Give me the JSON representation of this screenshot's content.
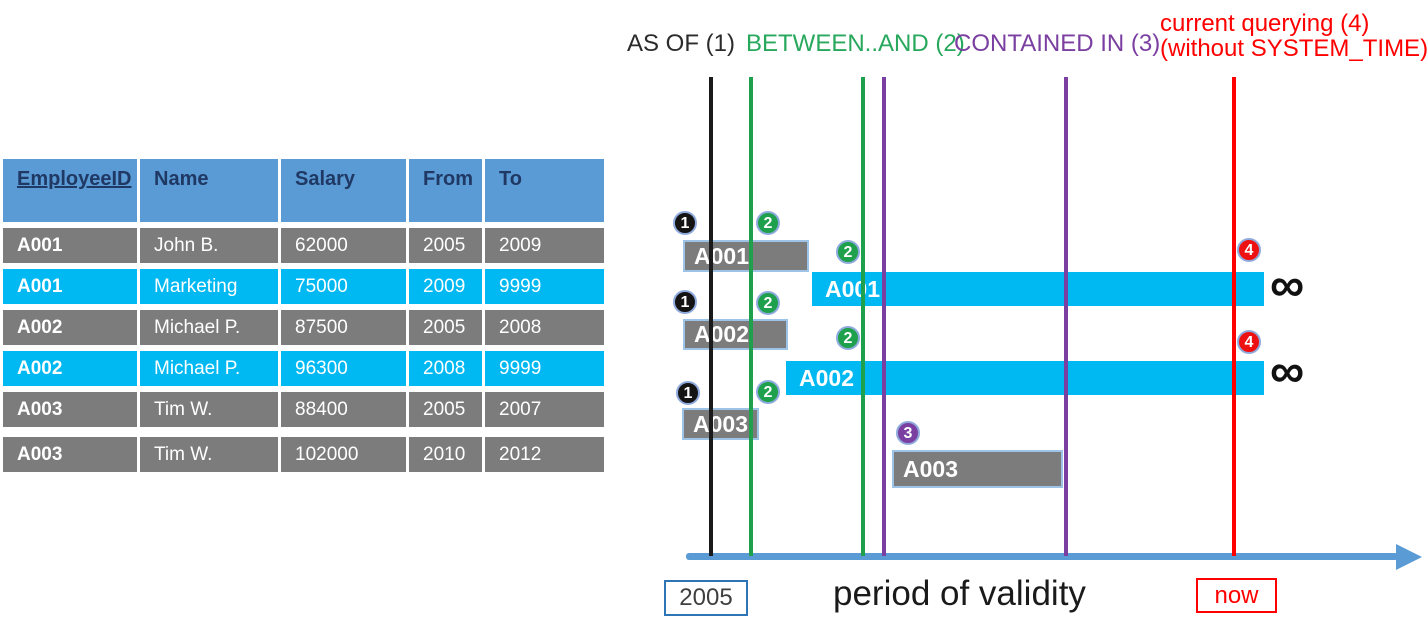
{
  "employee_table": {
    "headers": [
      "EmployeeID",
      "Name",
      "Salary",
      "From",
      "To"
    ],
    "rows": [
      {
        "cells": [
          "A001",
          "John B.",
          "62000",
          "2005",
          "2009"
        ],
        "current": false
      },
      {
        "cells": [
          "A001",
          "Marketing",
          "75000",
          "2009",
          "9999"
        ],
        "current": true
      },
      {
        "cells": [
          "A002",
          "Michael P.",
          "87500",
          "2005",
          "2008"
        ],
        "current": false
      },
      {
        "cells": [
          "A002",
          "Michael P.",
          "96300",
          "2008",
          "9999"
        ],
        "current": true
      },
      {
        "cells": [
          "A003",
          "Tim W.",
          "88400",
          "2005",
          "2007"
        ],
        "current": false
      },
      {
        "cells": [
          "A003",
          "Tim W.",
          "102000",
          "2010",
          "2012"
        ],
        "current": false
      }
    ]
  },
  "legend": {
    "as_of": "AS OF (1)",
    "between_and": "BETWEEN..AND (2)",
    "contained_in": "CONTAINED IN (3)",
    "current_querying": "current querying (4)",
    "current_querying_sub": "(without SYSTEM_TIME)"
  },
  "timeline": {
    "bars": [
      {
        "label": "A001",
        "type": "history"
      },
      {
        "label": "A001",
        "type": "current"
      },
      {
        "label": "A002",
        "type": "history"
      },
      {
        "label": "A002",
        "type": "current"
      },
      {
        "label": "A003",
        "type": "history"
      },
      {
        "label": "A003",
        "type": "history"
      }
    ],
    "markers": [
      {
        "n": "1",
        "color": "black"
      },
      {
        "n": "2",
        "color": "green"
      },
      {
        "n": "2",
        "color": "green"
      },
      {
        "n": "4",
        "color": "red"
      },
      {
        "n": "1",
        "color": "black"
      },
      {
        "n": "2",
        "color": "green"
      },
      {
        "n": "2",
        "color": "green"
      },
      {
        "n": "4",
        "color": "red"
      },
      {
        "n": "1",
        "color": "black"
      },
      {
        "n": "2",
        "color": "green"
      },
      {
        "n": "3",
        "color": "purple"
      }
    ],
    "infinity_symbol": "∞",
    "axis": {
      "start_label": "2005",
      "title": "period of validity",
      "now_label": "now"
    }
  },
  "colors": {
    "table_header_blue": "#5B9BD5",
    "table_header_text": "#1F3864",
    "history_gray": "#7C7C7C",
    "current_cyan": "#00B9F2",
    "as_of_black": "#1a1a1a",
    "between_green": "#1FA04C",
    "contained_purple": "#7A3FA0",
    "querying_red": "#FF0000",
    "axis_blue": "#5B9BD5",
    "bar_border_lightblue": "#9DC3E6"
  }
}
